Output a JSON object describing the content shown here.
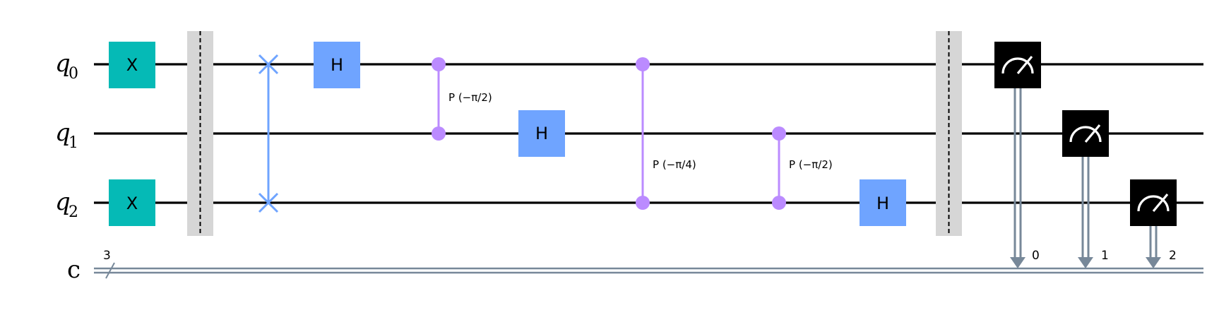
{
  "circuit": {
    "qubits": [
      {
        "letter": "q",
        "index": "0"
      },
      {
        "letter": "q",
        "index": "1"
      },
      {
        "letter": "q",
        "index": "2"
      }
    ],
    "classical_register": {
      "label": "c",
      "size": "3"
    },
    "gate_labels": {
      "x": "X",
      "h": "H"
    },
    "phase_labels": {
      "p1": "P (−π/2)",
      "p2": "P (−π/4)",
      "p3": "P (−π/2)"
    },
    "measure_targets": [
      "0",
      "1",
      "2"
    ],
    "colors": {
      "x_gate": "#05bab6",
      "h_gate": "#6fa4ff",
      "swap": "#6fa4ff",
      "controlled_phase": "#bb8bff",
      "barrier": "#bdbdbd",
      "measure": "#000000",
      "classical_wire": "#778899"
    },
    "icons": {
      "swap": "swap-cross-icon",
      "measure": "meter-gauge-icon"
    }
  }
}
